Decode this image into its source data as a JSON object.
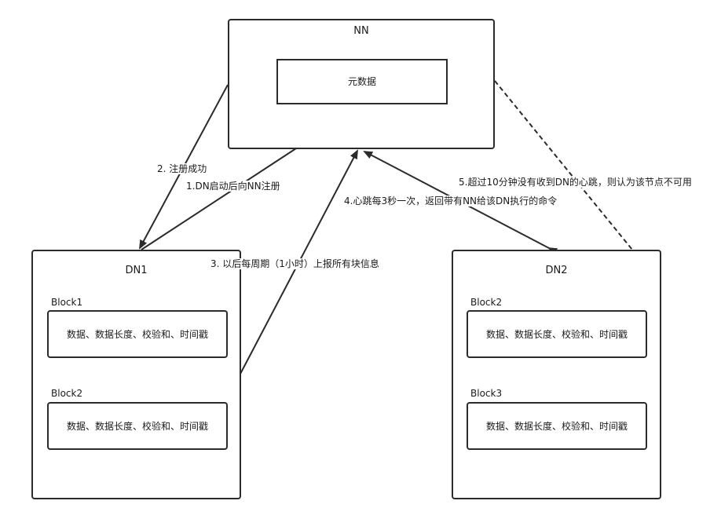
{
  "nodes": {
    "nn": {
      "title": "NN",
      "metadata": "元数据"
    },
    "dn1": {
      "title": "DN1",
      "blocks": [
        {
          "name": "Block1",
          "content": "数据、数据长度、校验和、时间戳"
        },
        {
          "name": "Block2",
          "content": "数据、数据长度、校验和、时间戳"
        }
      ]
    },
    "dn2": {
      "title": "DN2",
      "blocks": [
        {
          "name": "Block2",
          "content": "数据、数据长度、校验和、时间戳"
        },
        {
          "name": "Block3",
          "content": "数据、数据长度、校验和、时间戳"
        }
      ]
    }
  },
  "edges": {
    "register": "1.DN启动后向NN注册",
    "register_ok": "2. 注册成功",
    "block_report": "3. 以后每周期（1小时）上报所有块信息",
    "heartbeat": "4.心跳每3秒一次，返回带有NN给该DN执行的命令",
    "timeout": "5.超过10分钟没有收到DN的心跳，则认为该节点不可用"
  },
  "colors": {
    "stroke": "#2b2b2b",
    "text": "#1a1a1a",
    "background": "#ffffff"
  }
}
